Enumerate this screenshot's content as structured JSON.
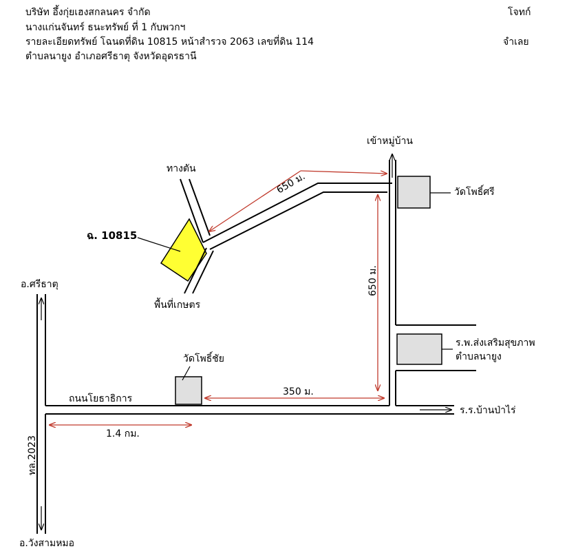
{
  "header": {
    "company": "บริษัท อึ้งกุ่ยเฮงสกลนคร จำกัด",
    "owner": "นางแก่นจันทร์  ธนะทรัพย์  ที่ 1 กับพวกฯ",
    "property": "รายละเอียดทรัพย์ โฉนดที่ดิน 10815 หน้าสำรวจ 2063 เลขที่ดิน 114",
    "location": "ตำบลนายูง  อำเภอศรีธาตุ  จังหวัดอุดรธานี",
    "plaintiff_label": "โจทก์",
    "defendant_label": "จำเลย"
  },
  "map": {
    "labels": {
      "deadend": "ทางตัน",
      "parcel": "ฉ. 10815",
      "farmland": "พื้นที่เกษตร",
      "to_village": "เข้าหมู่บ้าน",
      "wat_phosri": "วัดโพธิ์ศรี",
      "hospital_line1": "ร.พ.ส่งเสริมสุขภาพ",
      "hospital_line2": "ตำบลนายูง",
      "wat_phochai": "วัดโพธิ์ชัย",
      "road_name": "ถนนโยธาธิการ",
      "to_school": "ร.ร.บ้านป่าไร่",
      "to_srithat": "อ.ศรีธาตุ",
      "to_wangsammo": "อ.วังสามหมอ",
      "highway": "ทล.2023"
    },
    "distances": {
      "diag": "650 ม.",
      "vertical": "650 ม.",
      "horizontal": "350 ม.",
      "highway_segment": "1.4 กม."
    },
    "colors": {
      "parcel_fill": "#ffff33",
      "building_fill": "#e0e0e0",
      "dimension_line": "#c0392b",
      "road_line": "#000000"
    }
  }
}
